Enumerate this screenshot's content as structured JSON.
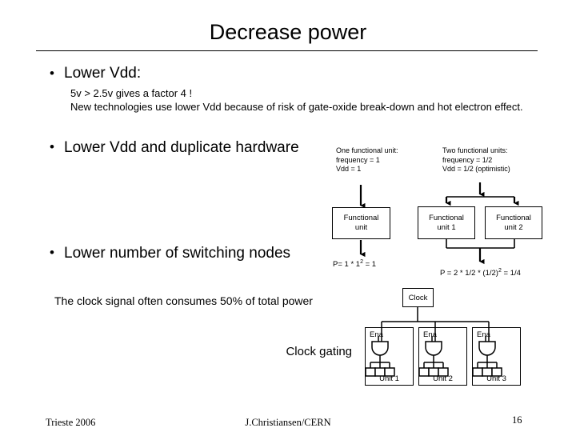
{
  "slide": {
    "title": "Decrease power",
    "bullets": [
      {
        "marker": "•",
        "text": "Lower Vdd:",
        "sub": "5v > 2.5v gives a factor 4 !\nNew technologies use lower Vdd because of risk of gate-oxide break-down and hot electron effect."
      },
      {
        "marker": "•",
        "text": "Lower Vdd and duplicate hardware"
      },
      {
        "marker": "•",
        "text": "Lower number of switching nodes",
        "sub": "The clock signal often consumes 50% of total power"
      }
    ],
    "clock_gating_label": "Clock gating"
  },
  "diagram_units": {
    "caption_one": "One functional unit:\nfrequency = 1\nVdd = 1",
    "caption_two": "Two functional units:\nfrequency = 1/2\nVdd = 1/2 (optimistic)",
    "box_single": "Functional\nunit",
    "box_one": "Functional\nunit 1",
    "box_two": "Functional\nunit 2",
    "formula_single_pre": "P= 1 * 1",
    "formula_single_sup": "2",
    "formula_single_post": " = 1",
    "formula_dual_pre": "P = 2 * 1/2 * (1/2)",
    "formula_dual_sup": "2",
    "formula_dual_post": " = 1/4"
  },
  "diagram_clock": {
    "clock_label": "Clock",
    "units": [
      {
        "ena": "Ena",
        "label": "Unit 1"
      },
      {
        "ena": "Ena",
        "label": "Unit 2"
      },
      {
        "ena": "Ena",
        "label": "Unit 3"
      }
    ]
  },
  "footer": {
    "left": "Trieste 2006",
    "center": "J.Christiansen/CERN",
    "page": "16"
  },
  "colors": {
    "background": "#ffffff",
    "text": "#000000",
    "line": "#000000"
  }
}
